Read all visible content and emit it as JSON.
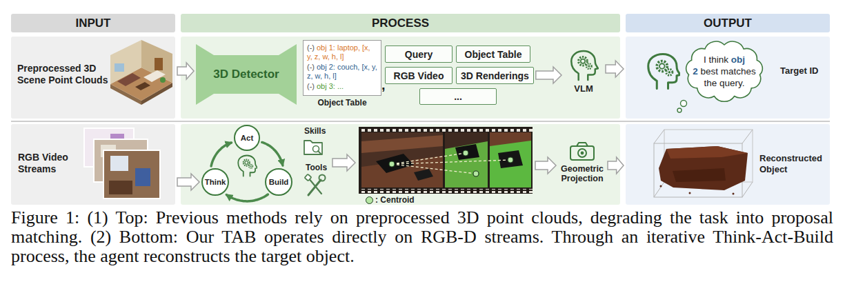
{
  "diagram": {
    "caption": "Figure 1: (1) Top: Previous methods rely on preprocessed 3D point clouds, degrading the task into proposal matching. (2) Bottom: Our TAB operates directly on RGB-D streams. Through an iterative Think-Act-Build process, the agent reconstructs the target object.",
    "nodes": [
      {
        "text": [
          "INPUT"
        ]
      },
      {
        "text": [
          "PROCESS"
        ]
      },
      {
        "text": [
          "OUTPUT"
        ]
      },
      {
        "text": [
          "Preprocessed 3D Scene Point Clouds"
        ]
      },
      {
        "text": [
          "3D Detector"
        ]
      },
      {
        "text": [
          "(-)",
          "obj 1: laptop, [x, y, z, w, h, l]",
          "(-)",
          "obj 2: couch, [x, y, z, w, h, l]",
          "(-)",
          "obj 3: ...",
          "Object Table"
        ]
      },
      {
        "text": [
          "Query"
        ]
      },
      {
        "text": [
          "Object Table"
        ]
      },
      {
        "text": [
          "RGB Video"
        ]
      },
      {
        "text": [
          "3D Renderings"
        ]
      },
      {
        "text": [
          "..."
        ]
      },
      {
        "text": [
          "VLM"
        ]
      },
      {
        "text": [
          "Target ID"
        ]
      },
      {
        "text": [
          "I think",
          "obj 2",
          "best matches the query."
        ],
        "in": 12
      },
      {
        "text": [
          "RGB Video Streams"
        ]
      },
      {
        "text": [
          "Act"
        ]
      },
      {
        "text": [
          "Think"
        ]
      },
      {
        "text": [
          "Build"
        ]
      },
      {
        "text": [
          "Geometric Projection"
        ]
      },
      {
        "text": [
          "Reconstructed Object"
        ]
      }
    ],
    "edges": [
      {
        "from": 3,
        "to": 4,
        "arrow": "to"
      },
      {
        "from": 9,
        "to": 11,
        "arrow": "to"
      },
      {
        "from": 11,
        "to": 12,
        "arrow": "to"
      },
      {
        "from": 14,
        "to": 16,
        "arrow": "to"
      },
      {
        "from": 15,
        "to": 17,
        "arrow": "to"
      },
      {
        "from": 17,
        "to": 16,
        "arrow": "to"
      },
      {
        "from": 16,
        "to": 15,
        "arrow": "to"
      },
      {
        "from": 18,
        "to": 19,
        "arrow": "to"
      }
    ],
    "labels": [
      ",",
      "Skills",
      "Tools"
    ],
    "legend": [
      {
        "text": ": Centroid",
        "color": "#b5e6a3"
      }
    ]
  }
}
